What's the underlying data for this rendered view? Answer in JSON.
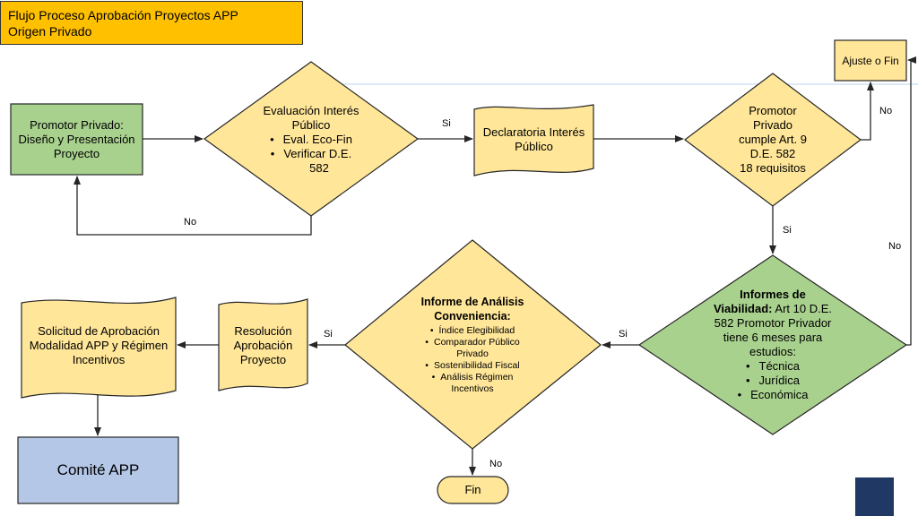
{
  "title": {
    "line1": "Flujo Proceso Aprobación Proyectos APP",
    "line2": "Origen Privado"
  },
  "nodes": {
    "promotor": {
      "lines": [
        "Promotor Privado:",
        "Diseño y Presentación",
        "Proyecto"
      ]
    },
    "evaluacion": {
      "lines": [
        "Evaluación Interés",
        "Público"
      ],
      "bullets": [
        "Eval. Eco-Fin",
        "Verificar D.E."
      ],
      "after": "582"
    },
    "declaratoria": {
      "lines": [
        "Declaratoria Interés",
        "Público"
      ]
    },
    "cumple": {
      "lines": [
        "Promotor",
        "Privado",
        "cumple Art. 9",
        "D.E. 582",
        "18 requisitos"
      ]
    },
    "ajuste": {
      "text": "Ajuste o Fin"
    },
    "viabilidad": {
      "bold_start": "Informes de",
      "bold_part": "Viabilidad:",
      "rest_first": " Art 10 D.E.",
      "lines": [
        "582 Promotor Privador",
        "tiene 6 meses para",
        "estudios:"
      ],
      "bullets": [
        "Técnica",
        "Jurídica",
        "Económica"
      ]
    },
    "informe": {
      "title_lines": [
        "Informe de Análisis",
        "Conveniencia:"
      ],
      "bullets": [
        "Índice Elegibilidad",
        "Comparador Público Privado",
        "Sostenibilidad Fiscal",
        "Análisis Régimen Incentivos"
      ]
    },
    "resolucion": {
      "lines": [
        "Resolución",
        "Aprobación",
        "Proyecto"
      ]
    },
    "solicitud": {
      "lines": [
        "Solicitud de Aprobación",
        "Modalidad APP y Régimen",
        "Incentivos"
      ]
    },
    "comite": {
      "text": "Comité APP"
    },
    "fin": {
      "text": "Fin"
    }
  },
  "labels": {
    "si_1": "Si",
    "no_1": "No",
    "no_2": "No",
    "si_2": "Si",
    "no_3": "No",
    "si_3": "Si",
    "si_4": "Si",
    "no_4": "No"
  },
  "colors": {
    "yellow_fill": "#ffe699",
    "green_fill": "#a9d18e",
    "blue_fill": "#b4c7e7",
    "orange_fill": "#ffc000",
    "navy": "#1f3864",
    "stroke": "#262626"
  }
}
